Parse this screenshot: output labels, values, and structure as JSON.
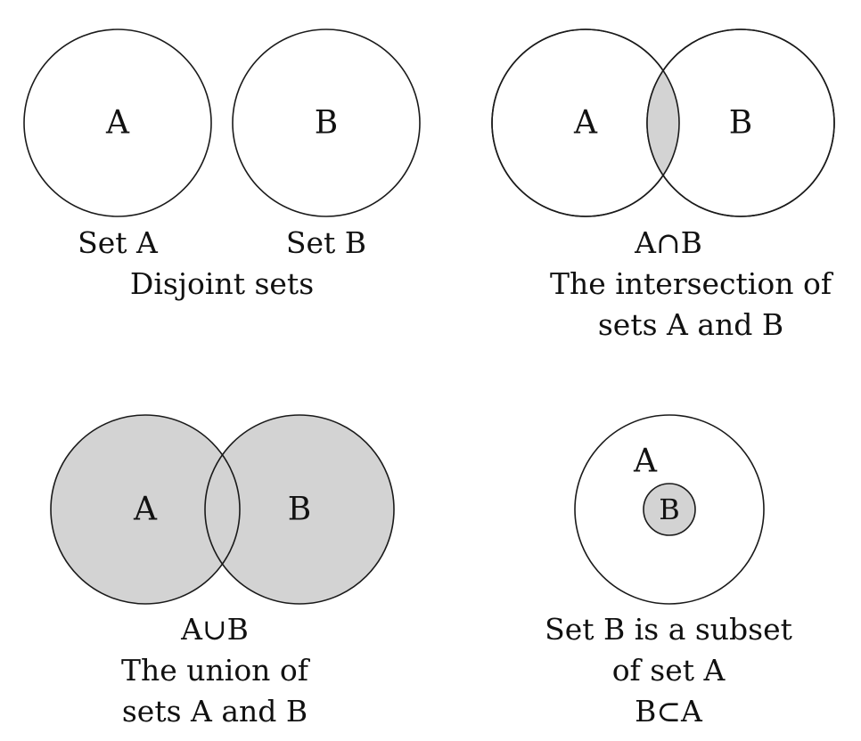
{
  "colors": {
    "shade": "#d3d3d3",
    "stroke": "#1a1a1a",
    "background": "#ffffff"
  },
  "disjoint": {
    "circle_a_label": "A",
    "circle_b_label": "B",
    "set_a_caption": "Set A",
    "set_b_caption": "Set B",
    "title": "Disjoint sets"
  },
  "intersection": {
    "circle_a_label": "A",
    "circle_b_label": "B",
    "notation": "A∩B",
    "line1": "The intersection of",
    "line2": "sets A and B"
  },
  "union": {
    "circle_a_label": "A",
    "circle_b_label": "B",
    "notation": "A∪B",
    "line1": "The union of",
    "line2": "sets A and B"
  },
  "subset": {
    "outer_label": "A",
    "inner_label": "B",
    "line1": "Set B is a subset",
    "line2": "of set A",
    "notation": "B⊂A"
  }
}
